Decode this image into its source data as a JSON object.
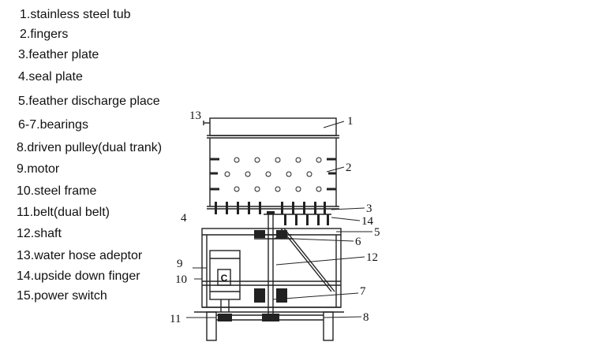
{
  "legend": {
    "items": [
      "1.stainless steel tub",
      "2.fingers",
      "3.feather plate",
      "4.seal plate",
      "5.feather discharge place",
      "6-7.bearings",
      "8.driven pulley(dual trank)",
      "9.motor",
      "10.steel frame",
      "11.belt(dual belt)",
      "12.shaft",
      "13.water hose adeptor",
      "14.upside down finger",
      "15.power switch"
    ]
  },
  "diagram": {
    "callouts": [
      "1",
      "2",
      "3",
      "14",
      "5",
      "4",
      "6",
      "12",
      "9",
      "10",
      "7",
      "11",
      "8",
      "13"
    ],
    "motor_label": "C",
    "colors": {
      "ink": "#222222",
      "background": "#ffffff"
    }
  }
}
